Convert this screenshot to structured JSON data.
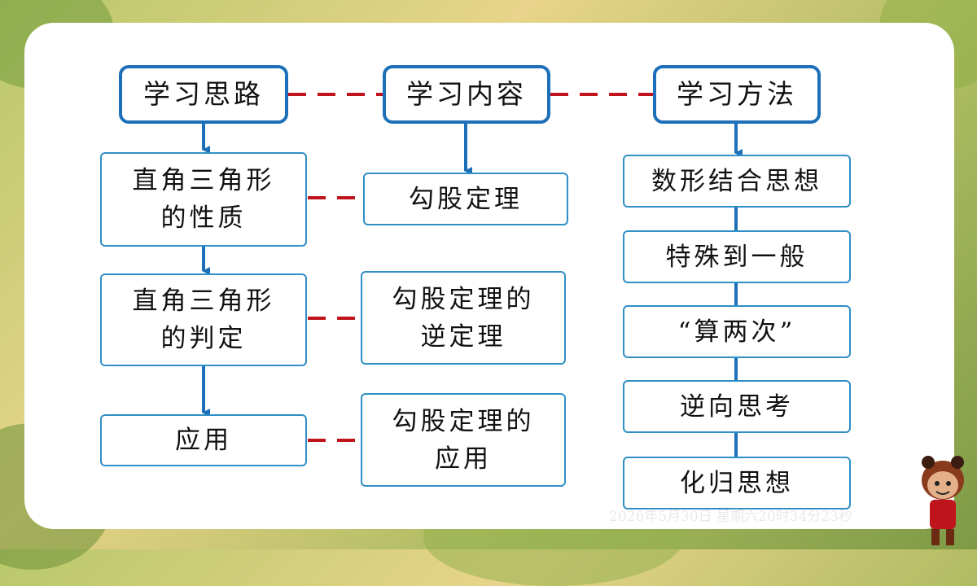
{
  "headers": {
    "thinking": "学习思路",
    "content": "学习内容",
    "method": "学习方法"
  },
  "thinking_steps": [
    {
      "line1": "直角三角形",
      "line2": "的性质"
    },
    {
      "line1": "直角三角形",
      "line2": "的判定"
    },
    {
      "line1": "应用",
      "line2": ""
    }
  ],
  "content_items": [
    {
      "line1": "勾股定理",
      "line2": ""
    },
    {
      "line1": "勾股定理的",
      "line2": "逆定理"
    },
    {
      "line1": "勾股定理的",
      "line2": "应用"
    }
  ],
  "methods": [
    "数形结合思想",
    "特殊到一般",
    "“算两次”",
    "逆向思考",
    "化归思想"
  ],
  "timestamp": "2026年5月30日 星期六20时34分23秒",
  "colors": {
    "arrow": "#1c6fb8",
    "dash": "#c0141c",
    "border": "#2f8fc6"
  }
}
